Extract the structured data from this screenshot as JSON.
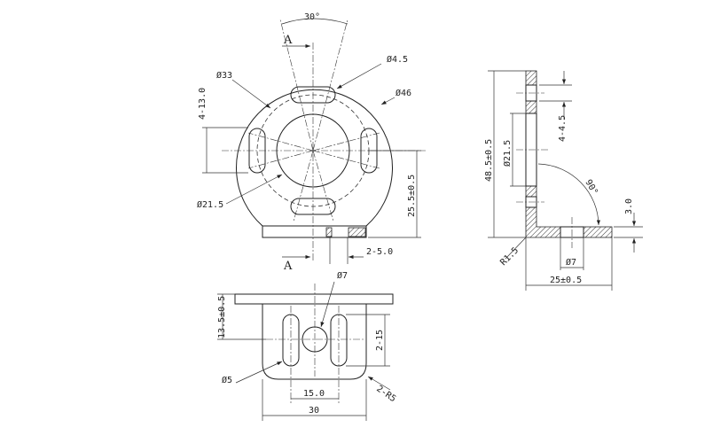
{
  "top_view": {
    "angle": "30°",
    "section_mark_top": "A",
    "section_mark_bottom": "A",
    "hole_dia": "Ø4.5",
    "pcd": "Ø33",
    "outer_dia": "Ø46",
    "slot_spacing": "4-13.0",
    "height": "25.5±0.5",
    "inner_dia": "Ø21.5",
    "slot_width": "2-5.0"
  },
  "side_view": {
    "height": "48.5±0.5",
    "inner_dia": "Ø21.5",
    "hole": "4-4.5",
    "angle": "90°",
    "thickness": "3.0",
    "radius": "R1.5",
    "hole_dia": "Ø7",
    "length": "25±0.5"
  },
  "bottom_view": {
    "hole_dia": "Ø7",
    "offset": "13.5±0.5",
    "slot_length": "2-15",
    "slot_width": "Ø5",
    "slot_spacing": "15.0",
    "width": "30",
    "corner_radius": "2-R5"
  }
}
